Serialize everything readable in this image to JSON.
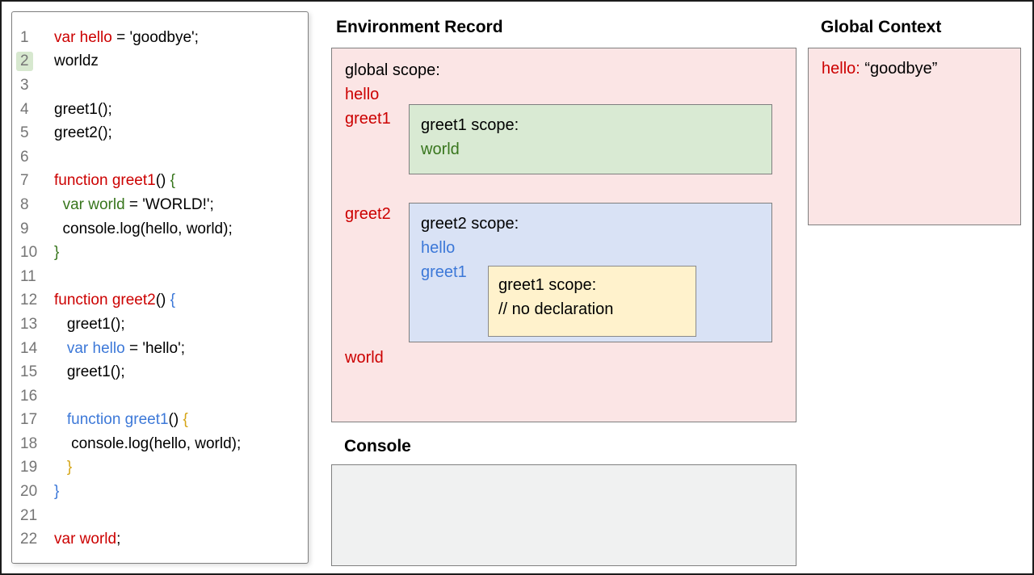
{
  "colors": {
    "red": "#cc0000",
    "green": "#38761d",
    "blue": "#3c78d8",
    "gold": "#d5a517",
    "pink_bg": "#fbe5e5",
    "green_bg": "#d9ead3",
    "blue_bg": "#d9e2f5",
    "yellow_bg": "#fff2cc",
    "console_bg": "#f0f1f1",
    "box_border": "#7f7f7f",
    "line_highlight_bg": "#d7e8cf",
    "line_number_gray": "#757575"
  },
  "code_panel": {
    "lines": [
      {
        "num": "1",
        "highlight": false,
        "segments": [
          {
            "t": "var hello",
            "c": "red"
          },
          {
            "t": " = 'goodbye';",
            "c": "black"
          }
        ]
      },
      {
        "num": "2",
        "highlight": true,
        "segments": [
          {
            "t": "worldz",
            "c": "black"
          }
        ]
      },
      {
        "num": "3",
        "highlight": false,
        "segments": []
      },
      {
        "num": "4",
        "highlight": false,
        "segments": [
          {
            "t": "greet1();",
            "c": "black"
          }
        ]
      },
      {
        "num": "5",
        "highlight": false,
        "segments": [
          {
            "t": "greet2();",
            "c": "black"
          }
        ]
      },
      {
        "num": "6",
        "highlight": false,
        "segments": []
      },
      {
        "num": "7",
        "highlight": false,
        "segments": [
          {
            "t": "function greet1",
            "c": "red"
          },
          {
            "t": "() ",
            "c": "black"
          },
          {
            "t": "{",
            "c": "green"
          }
        ]
      },
      {
        "num": "8",
        "highlight": false,
        "segments": [
          {
            "t": "  ",
            "c": "black"
          },
          {
            "t": "var world",
            "c": "green"
          },
          {
            "t": " = 'WORLD!';",
            "c": "black"
          }
        ]
      },
      {
        "num": "9",
        "highlight": false,
        "segments": [
          {
            "t": "  console.log(hello, world);",
            "c": "black"
          }
        ]
      },
      {
        "num": "10",
        "highlight": false,
        "segments": [
          {
            "t": "}",
            "c": "green"
          }
        ]
      },
      {
        "num": "11",
        "highlight": false,
        "segments": []
      },
      {
        "num": "12",
        "highlight": false,
        "segments": [
          {
            "t": "function greet2",
            "c": "red"
          },
          {
            "t": "() ",
            "c": "black"
          },
          {
            "t": "{",
            "c": "blue"
          }
        ]
      },
      {
        "num": "13",
        "highlight": false,
        "segments": [
          {
            "t": "   greet1();",
            "c": "black"
          }
        ]
      },
      {
        "num": "14",
        "highlight": false,
        "segments": [
          {
            "t": "   ",
            "c": "black"
          },
          {
            "t": "var hello",
            "c": "blue"
          },
          {
            "t": " = 'hello';",
            "c": "black"
          }
        ]
      },
      {
        "num": "15",
        "highlight": false,
        "segments": [
          {
            "t": "   greet1();",
            "c": "black"
          }
        ]
      },
      {
        "num": "16",
        "highlight": false,
        "segments": []
      },
      {
        "num": "17",
        "highlight": false,
        "segments": [
          {
            "t": "   ",
            "c": "black"
          },
          {
            "t": "function greet1",
            "c": "blue"
          },
          {
            "t": "() ",
            "c": "black"
          },
          {
            "t": "{",
            "c": "gold"
          }
        ]
      },
      {
        "num": "18",
        "highlight": false,
        "segments": [
          {
            "t": "    console.log(hello, world);",
            "c": "black"
          }
        ]
      },
      {
        "num": "19",
        "highlight": false,
        "segments": [
          {
            "t": "   }",
            "c": "gold"
          }
        ]
      },
      {
        "num": "20",
        "highlight": false,
        "segments": [
          {
            "t": "}",
            "c": "blue"
          }
        ]
      },
      {
        "num": "21",
        "highlight": false,
        "segments": []
      },
      {
        "num": "22",
        "highlight": false,
        "segments": [
          {
            "t": "var world",
            "c": "red"
          },
          {
            "t": ";",
            "c": "black"
          }
        ]
      }
    ]
  },
  "environment_record": {
    "title": "Environment Record",
    "global_scope_label": "global scope:",
    "vars": {
      "hello": "hello",
      "greet1": "greet1",
      "greet2": "greet2",
      "world": "world"
    },
    "greet1_scope": {
      "title": "greet1 scope:",
      "var_world": "world"
    },
    "greet2_scope": {
      "title": "greet2 scope:",
      "var_hello": "hello",
      "var_greet1": "greet1",
      "inner_greet1_scope": {
        "title": "greet1 scope:",
        "comment": "// no declaration"
      }
    }
  },
  "console": {
    "title": "Console",
    "output": ""
  },
  "global_context": {
    "title": "Global Context",
    "entry": {
      "key": "hello:",
      "value": "“goodbye”"
    }
  }
}
